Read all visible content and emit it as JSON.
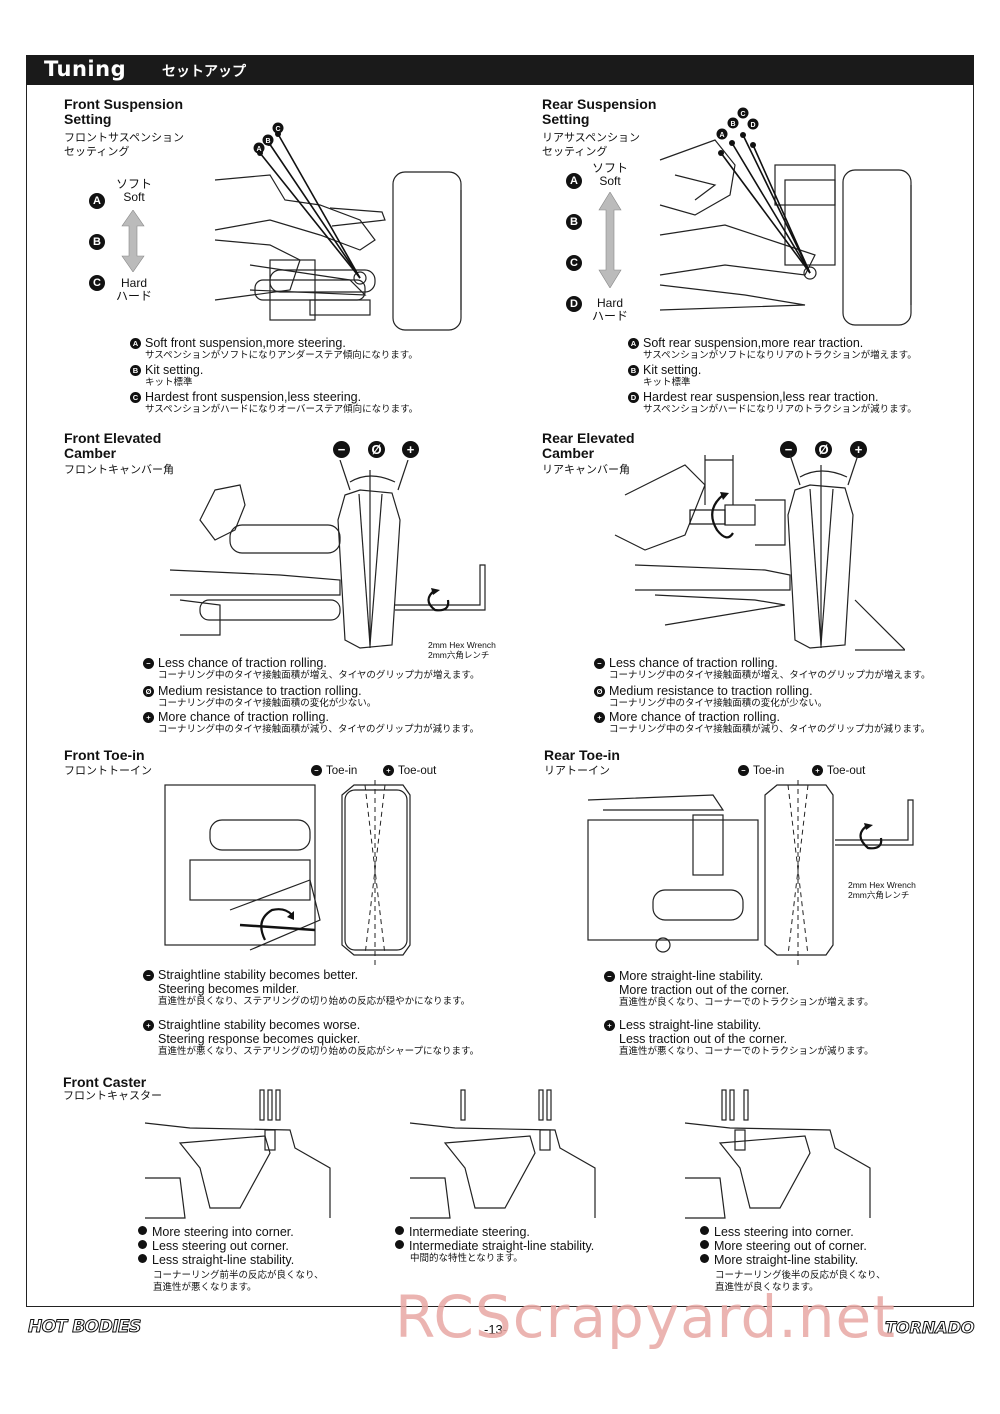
{
  "header": {
    "title": "Tuning",
    "title_jp": "セットアップ"
  },
  "front_suspension": {
    "title_line1": "Front Suspension",
    "title_line2": "Setting",
    "jp_line1": "フロントサスペンション",
    "jp_line2": "セッティング",
    "soft_jp": "ソフト",
    "soft": "Soft",
    "hard": "Hard",
    "hard_jp": "ハード",
    "markers": [
      "A",
      "B",
      "C"
    ],
    "notes": [
      {
        "mark": "A",
        "text": "Soft front suspension,more steering.",
        "jp": "サスペンションがソフトになりアンダーステア傾向になります。"
      },
      {
        "mark": "B",
        "text": "Kit setting.",
        "jp": "キット標準"
      },
      {
        "mark": "C",
        "text": "Hardest front suspension,less steering.",
        "jp": "サスペンションがハードになりオーバーステア傾向になります。"
      }
    ]
  },
  "rear_suspension": {
    "title_line1": "Rear Suspension",
    "title_line2": "Setting",
    "jp_line1": "リアサスペンション",
    "jp_line2": "セッティング",
    "soft_jp": "ソフト",
    "soft": "Soft",
    "hard": "Hard",
    "hard_jp": "ハード",
    "markers": [
      "A",
      "B",
      "C",
      "D"
    ],
    "notes": [
      {
        "mark": "A",
        "text": "Soft rear suspension,more rear traction.",
        "jp": "サスペンションがソフトになりリアのトラクションが増えます。"
      },
      {
        "mark": "B",
        "text": "Kit setting.",
        "jp": "キット標準"
      },
      {
        "mark": "D",
        "text": "Hardest rear suspension,less rear traction.",
        "jp": "サスペンションがハードになりリアのトラクションが減ります。"
      }
    ]
  },
  "front_camber": {
    "title_line1": "Front Elevated",
    "title_line2": "Camber",
    "jp": "フロントキャンバー角",
    "wrench": "2mm Hex Wrench",
    "wrench_jp": "2mm六角レンチ",
    "notes": [
      {
        "mark": "−",
        "text": "Less chance of traction rolling.",
        "jp": "コーナリング中のタイヤ接触面積が増え、タイヤのグリップ力が増えます。"
      },
      {
        "mark": "Ø",
        "text": "Medium resistance to traction rolling.",
        "jp": "コーナリング中のタイヤ接触面積の変化が少ない。"
      },
      {
        "mark": "+",
        "text": "More chance of traction rolling.",
        "jp": "コーナリング中のタイヤ接触面積が減り、タイヤのグリップ力が減ります。"
      }
    ]
  },
  "rear_camber": {
    "title_line1": "Rear Elevated",
    "title_line2": "Camber",
    "jp": "リアキャンバー角",
    "notes": [
      {
        "mark": "−",
        "text": "Less chance of traction rolling.",
        "jp": "コーナリング中のタイヤ接触面積が増え、タイヤのグリップ力が増えます。"
      },
      {
        "mark": "Ø",
        "text": "Medium resistance to traction rolling.",
        "jp": "コーナリング中のタイヤ接触面積の変化が少ない。"
      },
      {
        "mark": "+",
        "text": "More chance of traction rolling.",
        "jp": "コーナリング中のタイヤ接触面積が減り、タイヤのグリップ力が減ります。"
      }
    ]
  },
  "camber_marks": {
    "minus": "−",
    "zero": "Ø",
    "plus": "+"
  },
  "front_toe": {
    "title": "Front Toe-in",
    "jp": "フロントトーイン",
    "toe_in": "Toe-in",
    "toe_out": "Toe-out",
    "notes": [
      {
        "mark": "−",
        "line1": "Straightline stability becomes better.",
        "line2": "Steering becomes milder.",
        "jp": "直進性が良くなり、ステアリングの切り始めの反応が穏やかになります。"
      },
      {
        "mark": "+",
        "line1": "Straightline stability becomes worse.",
        "line2": "Steering response becomes quicker.",
        "jp": "直進性が悪くなり、ステアリングの切り始めの反応がシャープになります。"
      }
    ]
  },
  "rear_toe": {
    "title": "Rear Toe-in",
    "jp": "リアトーイン",
    "toe_in": "Toe-in",
    "toe_out": "Toe-out",
    "wrench": "2mm Hex Wrench",
    "wrench_jp": "2mm六角レンチ",
    "notes": [
      {
        "mark": "−",
        "line1": "More straight-line stability.",
        "line2": "More traction out of the corner.",
        "jp": "直進性が良くなり、コーナーでのトラクションが増えます。"
      },
      {
        "mark": "+",
        "line1": "Less straight-line stability.",
        "line2": "Less traction out of the corner.",
        "jp": "直進性が悪くなり、コーナーでのトラクションが減ります。"
      }
    ]
  },
  "front_caster": {
    "title": "Front Caster",
    "jp": "フロントキャスター",
    "col1": [
      "More steering into corner.",
      "Less steering out corner.",
      "Less straight-line stability."
    ],
    "col1_jp1": "コーナーリング前半の反応が良くなり、",
    "col1_jp2": "直進性が悪くなります。",
    "col2": [
      "Intermediate steering.",
      "Intermediate straight-line stability."
    ],
    "col2_jp": "中間的な特性となります。",
    "col3": [
      "Less steering into corner.",
      "More steering out of corner.",
      "More straight-line stability."
    ],
    "col3_jp1": "コーナーリング後半の反応が良くなり、",
    "col3_jp2": "直進性が良くなります。"
  },
  "footer": {
    "page": "-13-",
    "brand_left": "HOT BODIES",
    "brand_right": "TORNADO",
    "watermark": "RCScrapyard.net"
  }
}
